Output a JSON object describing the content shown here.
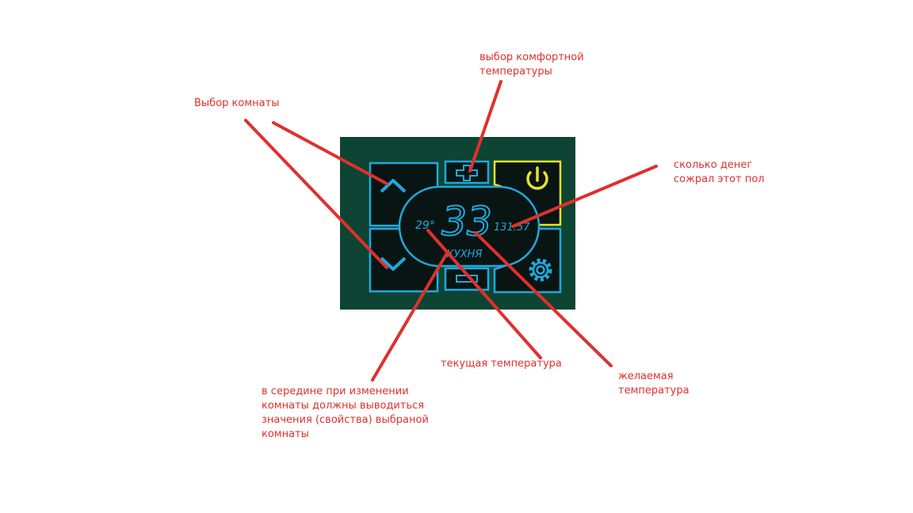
{
  "thermostat": {
    "current_temp": "29°",
    "target_temp": "33",
    "savings": "131.57",
    "room_name": "КУХНЯ",
    "colors": {
      "panel_bg": "#0e4433",
      "screen_bg": "#091512",
      "accent_blue": "#1fa9df",
      "power_yellow": "#e8e42a"
    },
    "icons": {
      "up": "chevron-up-icon",
      "down": "chevron-down-icon",
      "plus": "plus-icon",
      "minus": "minus-icon",
      "power": "power-icon",
      "settings": "gear-icon"
    }
  },
  "annotations": {
    "room_select": "Выбор комнаты",
    "comfort_temp": [
      "выбор комфортной",
      "температуры"
    ],
    "money_saved": [
      "сколько денег",
      "сожрал этот пол"
    ],
    "current_temp": "текущая температура",
    "desired_temp": [
      "желаемая",
      "температура"
    ],
    "room_props": [
      "в середине при изменении",
      "комнаты должны выводиться",
      "значения (свойства) выбраной",
      "комнаты"
    ]
  }
}
